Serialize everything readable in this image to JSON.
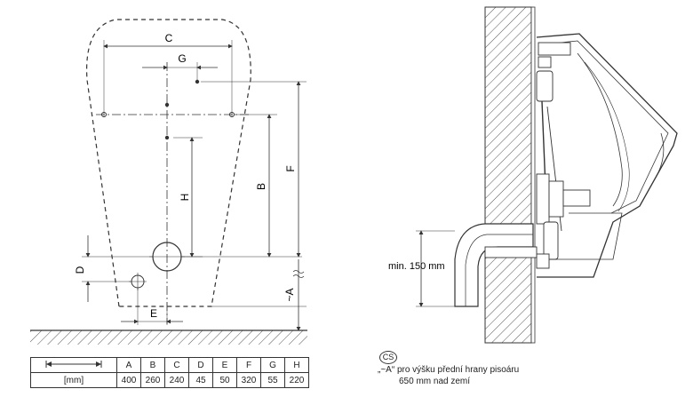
{
  "front_view": {
    "dims": {
      "C": "C",
      "G": "G",
      "H": "H",
      "B": "B",
      "F": "F",
      "D": "D",
      "E": "E",
      "A": "~A"
    }
  },
  "side_view": {
    "min_label": "min. 150 mm"
  },
  "table": {
    "unit_label": "[mm]",
    "headers": [
      "A",
      "B",
      "C",
      "D",
      "E",
      "F",
      "G",
      "H"
    ],
    "values": [
      "400",
      "260",
      "240",
      "45",
      "50",
      "320",
      "55",
      "220"
    ]
  },
  "notes": {
    "lang_badge": "CS",
    "line1": "„~A“ pro výšku přední hrany pisoáru",
    "line2": "650 mm nad zemí"
  },
  "colors": {
    "line": "#333333",
    "hatch": "#555555",
    "bg": "#ffffff"
  }
}
